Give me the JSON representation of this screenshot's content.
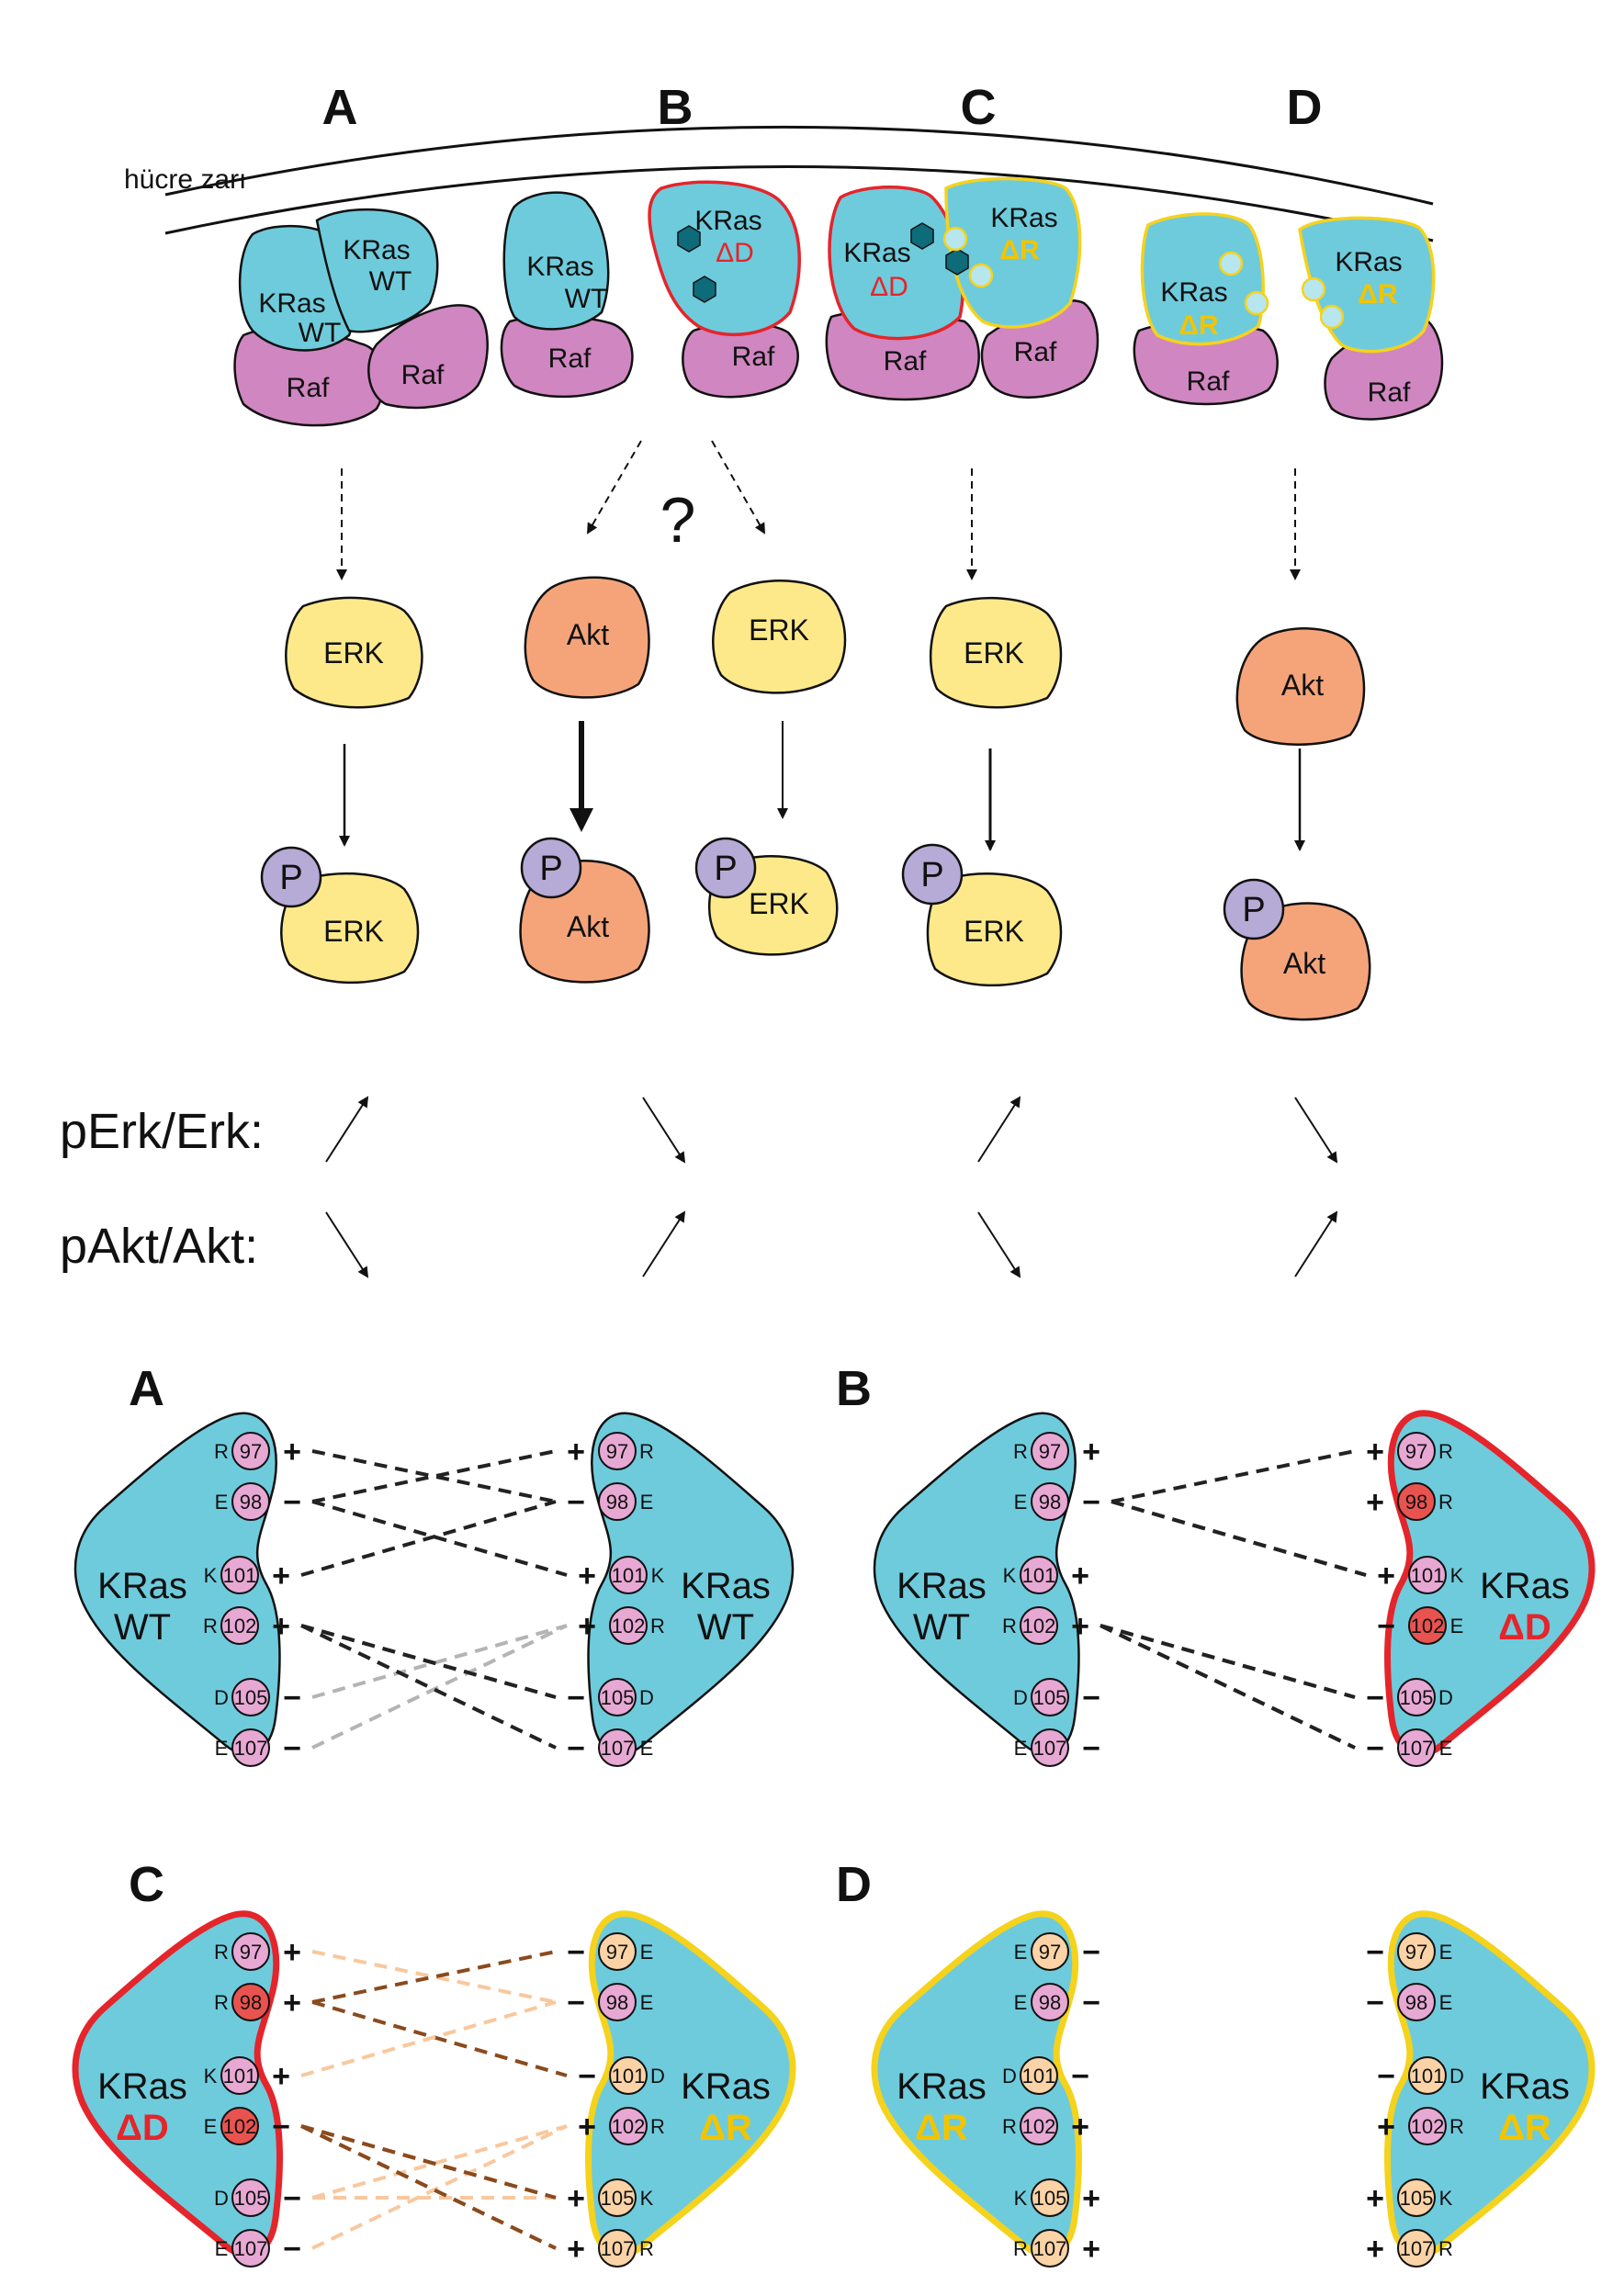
{
  "top": {
    "membrane_label": "hücre zarı",
    "panels": [
      {
        "letter": "A",
        "proteins": [
          {
            "name": "KRas",
            "sub": "WT"
          },
          {
            "name": "KRas",
            "sub": "WT"
          }
        ],
        "raf": [
          "Raf",
          "Raf"
        ],
        "kinase": "ERK",
        "phospho": {
          "p": "P",
          "kinase": "ERK"
        }
      },
      {
        "letter": "B",
        "proteins": [
          {
            "name": "KRas",
            "sub": "WT"
          },
          {
            "name": "KRas",
            "sub": "ΔD"
          }
        ],
        "raf": [
          "Raf",
          "Raf"
        ],
        "question": "?",
        "kinases": [
          "Akt",
          "ERK"
        ],
        "phospho": [
          {
            "p": "P",
            "kinase": "Akt"
          },
          {
            "p": "P",
            "kinase": "ERK"
          }
        ]
      },
      {
        "letter": "C",
        "proteins": [
          {
            "name": "KRas",
            "sub": "ΔD"
          },
          {
            "name": "KRas",
            "sub": "ΔR"
          }
        ],
        "raf": [
          "Raf",
          "Raf"
        ],
        "kinase": "ERK",
        "phospho": {
          "p": "P",
          "kinase": "ERK"
        }
      },
      {
        "letter": "D",
        "proteins": [
          {
            "name": "KRas",
            "sub": "ΔR"
          },
          {
            "name": "KRas",
            "sub": "ΔR"
          }
        ],
        "raf": [
          "Raf",
          "Raf"
        ],
        "kinase": "Akt",
        "phospho": {
          "p": "P",
          "kinase": "Akt"
        }
      }
    ],
    "ratios": {
      "perk": "pErk/Erk:",
      "pakt": "pAkt/Akt:"
    }
  },
  "bottom": {
    "panels": [
      {
        "letter": "A",
        "left": {
          "name": "KRas",
          "sub": "WT",
          "residues": [
            [
              "R",
              "97",
              "+"
            ],
            [
              "E",
              "98",
              "−"
            ],
            [
              "K",
              "101",
              "+"
            ],
            [
              "R",
              "102",
              "+"
            ],
            [
              "D",
              "105",
              "−"
            ],
            [
              "E",
              "107",
              "−"
            ]
          ]
        },
        "right": {
          "name": "KRas",
          "sub": "WT",
          "residues": [
            [
              "R",
              "97",
              "+"
            ],
            [
              "E",
              "98",
              "−"
            ],
            [
              "K",
              "101",
              "+"
            ],
            [
              "R",
              "102",
              "+"
            ],
            [
              "D",
              "105",
              "−"
            ],
            [
              "E",
              "107",
              "−"
            ]
          ]
        }
      },
      {
        "letter": "B",
        "left": {
          "name": "KRas",
          "sub": "WT",
          "residues": [
            [
              "R",
              "97",
              "+"
            ],
            [
              "E",
              "98",
              "−"
            ],
            [
              "K",
              "101",
              "+"
            ],
            [
              "R",
              "102",
              "+"
            ],
            [
              "D",
              "105",
              "−"
            ],
            [
              "E",
              "107",
              "−"
            ]
          ]
        },
        "right": {
          "name": "KRas",
          "sub": "ΔD",
          "residues": [
            [
              "R",
              "97",
              "+"
            ],
            [
              "R",
              "98",
              "+"
            ],
            [
              "K",
              "101",
              "+"
            ],
            [
              "E",
              "102",
              "−"
            ],
            [
              "D",
              "105",
              "−"
            ],
            [
              "E",
              "107",
              "−"
            ]
          ]
        }
      },
      {
        "letter": "C",
        "left": {
          "name": "KRas",
          "sub": "ΔD",
          "residues": [
            [
              "R",
              "97",
              "+"
            ],
            [
              "R",
              "98",
              "+"
            ],
            [
              "K",
              "101",
              "+"
            ],
            [
              "E",
              "102",
              "−"
            ],
            [
              "D",
              "105",
              "−"
            ],
            [
              "E",
              "107",
              "−"
            ]
          ]
        },
        "right": {
          "name": "KRas",
          "sub": "ΔR",
          "residues": [
            [
              "E",
              "97",
              "−"
            ],
            [
              "E",
              "98",
              "−"
            ],
            [
              "D",
              "101",
              "−"
            ],
            [
              "R",
              "102",
              "+"
            ],
            [
              "K",
              "105",
              "+"
            ],
            [
              "R",
              "107",
              "+"
            ]
          ]
        }
      },
      {
        "letter": "D",
        "left": {
          "name": "KRas",
          "sub": "ΔR",
          "residues": [
            [
              "E",
              "97",
              "−"
            ],
            [
              "E",
              "98",
              "−"
            ],
            [
              "D",
              "101",
              "−"
            ],
            [
              "R",
              "102",
              "+"
            ],
            [
              "K",
              "105",
              "+"
            ],
            [
              "R",
              "107",
              "+"
            ]
          ]
        },
        "right": {
          "name": "KRas",
          "sub": "ΔR",
          "residues": [
            [
              "E",
              "97",
              "−"
            ],
            [
              "E",
              "98",
              "−"
            ],
            [
              "D",
              "101",
              "−"
            ],
            [
              "R",
              "102",
              "+"
            ],
            [
              "K",
              "105",
              "+"
            ],
            [
              "R",
              "107",
              "+"
            ]
          ]
        }
      }
    ]
  },
  "colors": {
    "kras": "#6ecbdc",
    "raf": "#d086c0",
    "erk": "#fde98a",
    "akt": "#f5a47a",
    "phospho": "#b6aad6",
    "residue_pink": "#e7a8d4",
    "residue_red": "#e9534f",
    "residue_peach": "#fbd3a6",
    "outline_red": "#e4252b",
    "outline_yellow": "#f5d21c",
    "hex_dark": "#0e6b7a",
    "hex_light": "#b8e6ef"
  }
}
